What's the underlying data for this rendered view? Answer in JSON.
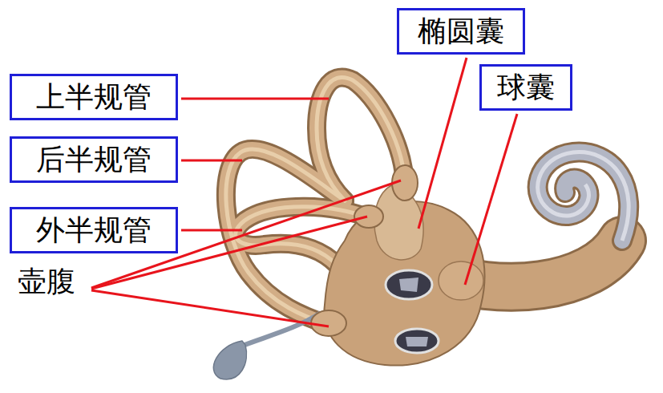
{
  "diagram": {
    "nodes": [
      {
        "text": [
          "椭圆囊"
        ]
      },
      {
        "text": [
          "球囊"
        ]
      },
      {
        "text": [
          "上半规管"
        ]
      },
      {
        "text": [
          "后半规管"
        ]
      },
      {
        "text": [
          "外半规管"
        ]
      }
    ],
    "labels": [
      "壶腹"
    ]
  }
}
